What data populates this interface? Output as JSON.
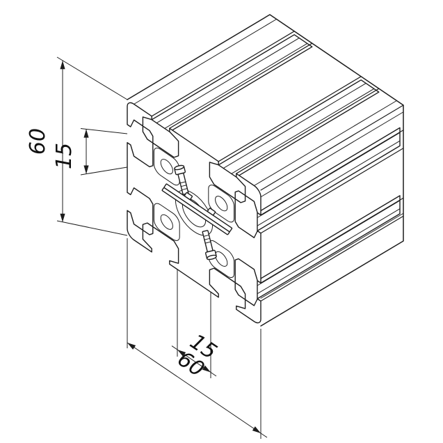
{
  "figure": {
    "type": "isometric-cad-drawing",
    "subject": "aluminium-t-slot-extrusion-profile-with-internal-fastener-set"
  },
  "dimensions": {
    "profile_height": {
      "label": "60"
    },
    "slot_offset_side": {
      "label": "15"
    },
    "slot_offset_bottom": {
      "label": "15"
    },
    "profile_width": {
      "label": "60"
    }
  },
  "colors": {
    "line": "#1c1c1c",
    "background": "#ffffff",
    "text": "#111111"
  }
}
